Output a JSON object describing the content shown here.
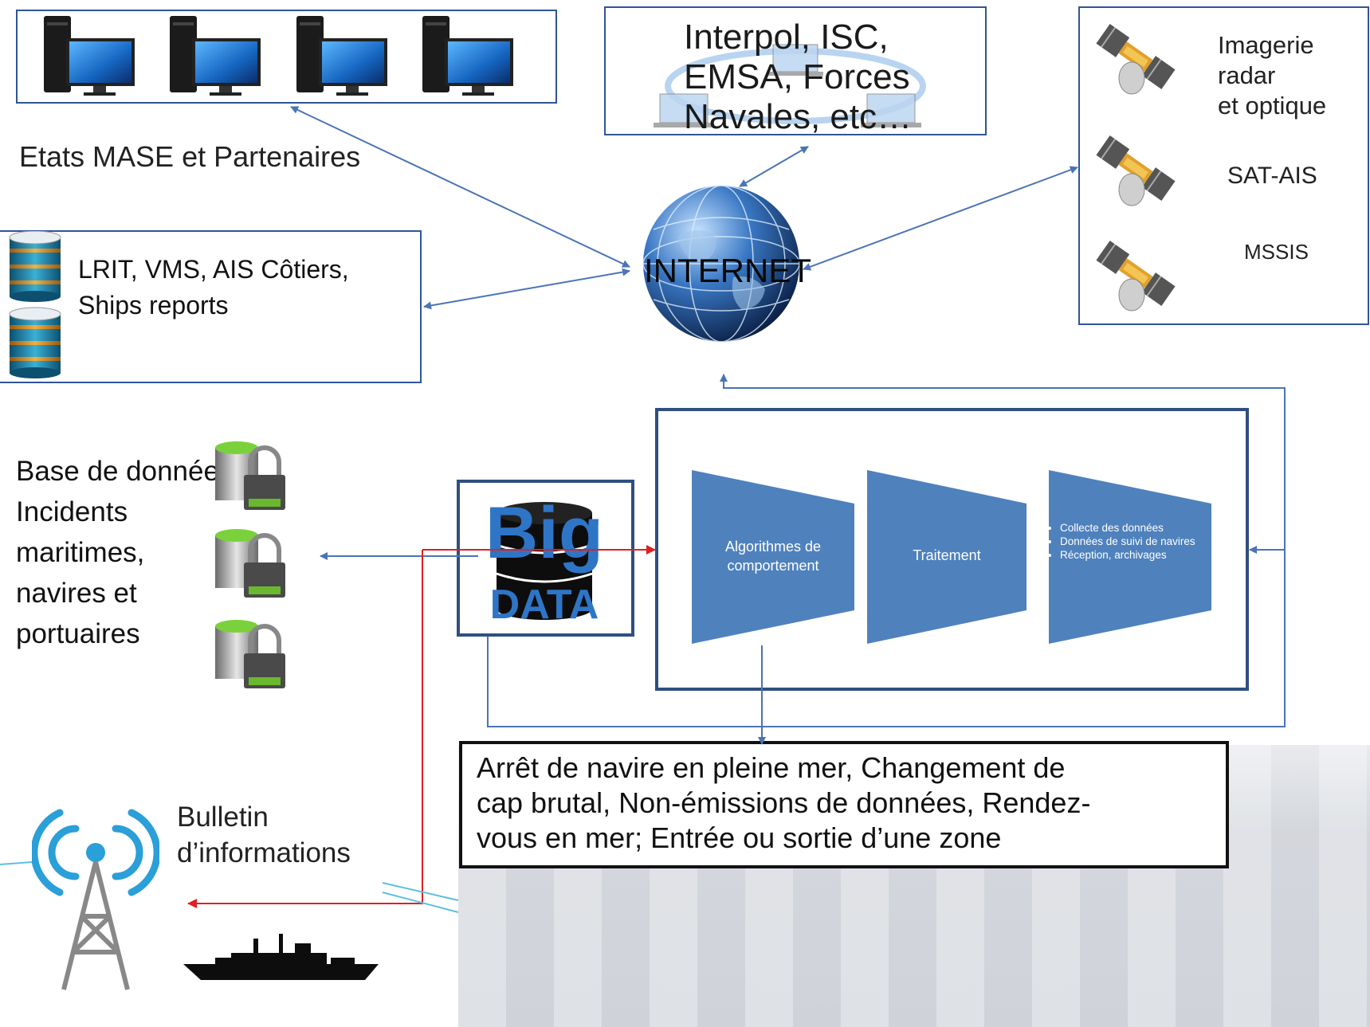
{
  "partners": {
    "label": "Etats MASE et Partenaires"
  },
  "organisations": {
    "label_lines": [
      "Interpol, ISC,",
      "EMSA, Forces",
      "Navales, etc…"
    ]
  },
  "satellites": {
    "items": [
      {
        "label_lines": [
          "Imagerie",
          "radar",
          "et optique"
        ]
      },
      {
        "label_lines": [
          "SAT-AIS"
        ]
      },
      {
        "label_lines": [
          "MSSIS"
        ]
      }
    ]
  },
  "internet": {
    "label": "INTERNET"
  },
  "lrit": {
    "label_lines": [
      "LRIT, VMS, AIS Côtiers,",
      "Ships reports"
    ]
  },
  "database": {
    "label_lines": [
      "Base de données",
      "Incidents",
      "maritimes,",
      "navires et",
      "portuaires"
    ]
  },
  "bigdata": {
    "word_big": "Big",
    "word_data": "DATA"
  },
  "process": {
    "stages": [
      {
        "label_lines": [
          "Algorithmes de",
          "comportement"
        ]
      },
      {
        "label_lines": [
          "Traitement"
        ]
      },
      {
        "bullets": [
          "Collecte  des données",
          "Données de suivi de navires",
          "Réception, archivages"
        ]
      }
    ]
  },
  "events": {
    "label_lines": [
      "Arrêt de navire en pleine mer, Changement de",
      "cap brutal, Non-émissions de données, Rendez-",
      "vous en mer; Entrée ou sortie d’une zone"
    ]
  },
  "bulletin": {
    "label_lines": [
      "Bulletin",
      "d’informations"
    ]
  },
  "colors": {
    "box_border": "#2f5597",
    "stage_fill": "#4f81bd",
    "arrow_blue": "#4a74b5",
    "arrow_red": "#e02020",
    "bigdata_blue": "#2e75c6"
  },
  "icons": [
    "desktop-computer-icon",
    "laptop-network-icon",
    "satellite-icon",
    "globe-icon",
    "database-cylinder-icon",
    "locked-database-icon",
    "radio-tower-icon",
    "ship-silhouette-icon"
  ]
}
